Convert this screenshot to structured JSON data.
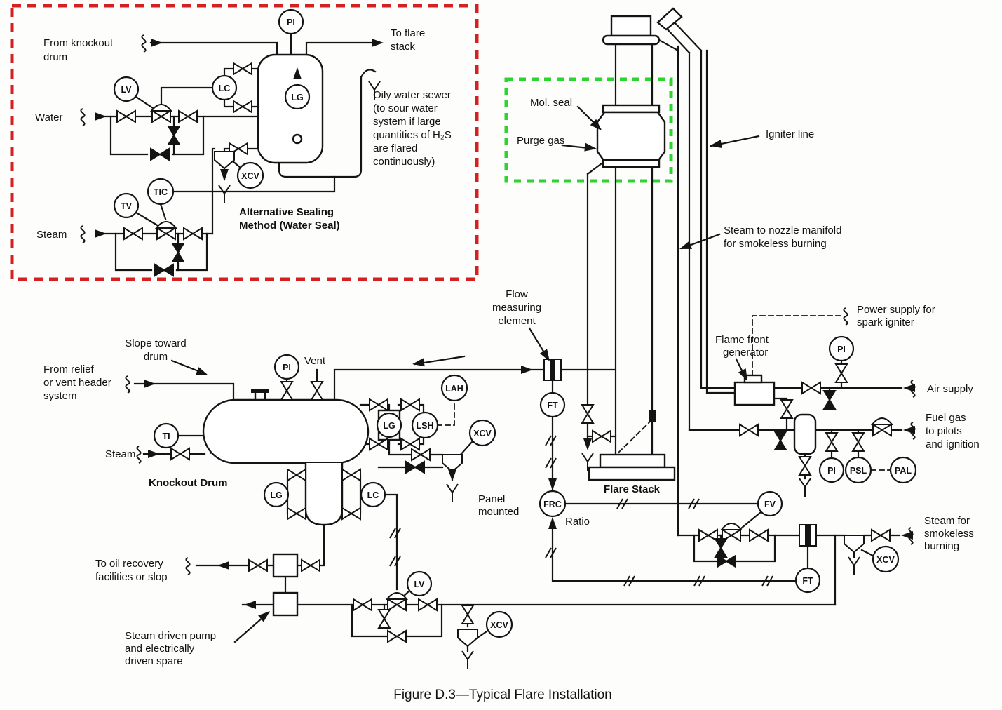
{
  "figure_caption": "Figure D.3—Typical Flare Installation",
  "colors": {
    "line": "#141414",
    "red_box": "#d42020",
    "green_box": "#2fd32f",
    "background": "#fdfdfc"
  },
  "equipment_labels": {
    "knockout_drum": "Knockout Drum",
    "flare_stack": "Flare Stack",
    "alt_seal": [
      "Alternative Sealing",
      "Method (Water Seal)"
    ]
  },
  "instruments": {
    "pi_seal": "PI",
    "lv_seal": "LV",
    "lc_seal": "LC",
    "lg_seal": "LG",
    "xcv_seal": "XCV",
    "tic_seal": "TIC",
    "tv_seal": "TV",
    "pi_vent": "PI",
    "ti_drum": "TI",
    "lah": "LAH",
    "lg_bridle": "LG",
    "lsh": "LSH",
    "xcv_drum": "XCV",
    "lg_boot": "LG",
    "lc_boot": "LC",
    "lv_oil": "LV",
    "xcv_oil": "XCV",
    "ft_gas": "FT",
    "frc": "FRC",
    "fv": "FV",
    "ft_steam": "FT",
    "pi_air": "PI",
    "pi_fuel": "PI",
    "psl": "PSL",
    "pal": "PAL",
    "xcv_steam": "XCV"
  },
  "annotations": {
    "from_knockout": [
      "From knockout",
      "drum"
    ],
    "to_flare_stack": [
      "To flare",
      "stack"
    ],
    "water": "Water",
    "oily_sewer": [
      "Oily water sewer",
      "(to sour water",
      "system if large",
      "quantities of H₂S",
      "are flared",
      "continuously)"
    ],
    "steam_seal": "Steam",
    "mol_seal": "Mol. seal",
    "purge_gas": "Purge gas",
    "igniter_line": "Igniter line",
    "steam_nozzle": [
      "Steam to nozzle manifold",
      "for smokeless burning"
    ],
    "power_supply": [
      "Power supply for",
      "spark igniter"
    ],
    "flame_front": [
      "Flame front",
      "generator"
    ],
    "air_supply": "Air supply",
    "fuel_gas": [
      "Fuel gas",
      "to pilots",
      "and ignition"
    ],
    "steam_smokeless": [
      "Steam for",
      "smokeless",
      "burning"
    ],
    "flow_element": [
      "Flow",
      "measuring",
      "element"
    ],
    "panel_mounted": [
      "Panel",
      "mounted"
    ],
    "ratio": "Ratio",
    "slope": [
      "Slope toward",
      "drum"
    ],
    "from_relief": [
      "From relief",
      "or vent header",
      "system"
    ],
    "vent": "Vent",
    "steam_drum": "Steam",
    "to_oil": [
      "To oil recovery",
      "facilities or slop"
    ],
    "steam_pump": [
      "Steam driven pump",
      "and electrically",
      "driven spare"
    ]
  }
}
